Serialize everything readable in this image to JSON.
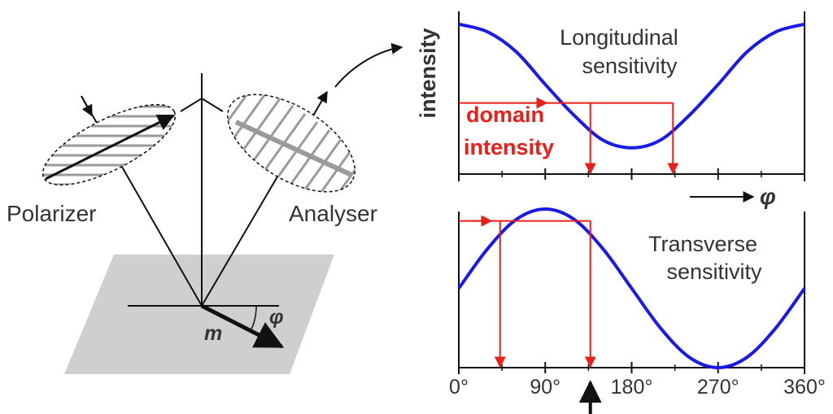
{
  "colors": {
    "curve": "#1a1ae6",
    "guide": "#e8201a",
    "ink": "#111111",
    "plane": "#cfcfcf",
    "hatch": "#9a9a9a"
  },
  "labels": {
    "polarizer": "Polarizer",
    "analyser": "Analyser",
    "magnetization": "m",
    "angle": "φ",
    "y_axis": "intensity",
    "domain_line1": "domain",
    "domain_line2": "intensity",
    "phi_axis": "φ"
  },
  "chart_data": [
    {
      "type": "line",
      "title": "Longitudinal sensitivity",
      "title_lines": [
        "Longitudinal",
        "sensitivity"
      ],
      "ylabel": "intensity",
      "xlim": [
        0,
        360
      ],
      "ylim": [
        0,
        1
      ],
      "series": [
        {
          "x": [
            0,
            30,
            60,
            90,
            120,
            150,
            180,
            210,
            240,
            270,
            300,
            330,
            360
          ],
          "values": [
            0.97,
            0.92,
            0.79,
            0.58,
            0.38,
            0.22,
            0.17,
            0.22,
            0.38,
            0.58,
            0.79,
            0.92,
            0.97
          ]
        }
      ],
      "guides": {
        "level": 0.46,
        "drop_x": [
          137,
          223
        ]
      }
    },
    {
      "type": "line",
      "title": "Transverse sensitivity",
      "title_lines": [
        "Transverse",
        "sensitivity"
      ],
      "xlim": [
        0,
        360
      ],
      "ylim": [
        -1,
        1
      ],
      "xticks": [
        {
          "value": 0,
          "label": "0°"
        },
        {
          "value": 90,
          "label": "90°"
        },
        {
          "value": 180,
          "label": "180°"
        },
        {
          "value": 270,
          "label": "270°"
        },
        {
          "value": 360,
          "label": "360°"
        }
      ],
      "series": [
        {
          "x": [
            0,
            30,
            60,
            90,
            120,
            150,
            180,
            210,
            240,
            270,
            300,
            330,
            360
          ],
          "values": [
            0,
            0.5,
            0.87,
            1,
            0.87,
            0.5,
            0,
            -0.5,
            -0.87,
            -1,
            -0.87,
            -0.5,
            0
          ]
        }
      ],
      "guides": {
        "level": 0.85,
        "drop_x": [
          43,
          137
        ]
      },
      "marker_x": 137
    }
  ]
}
